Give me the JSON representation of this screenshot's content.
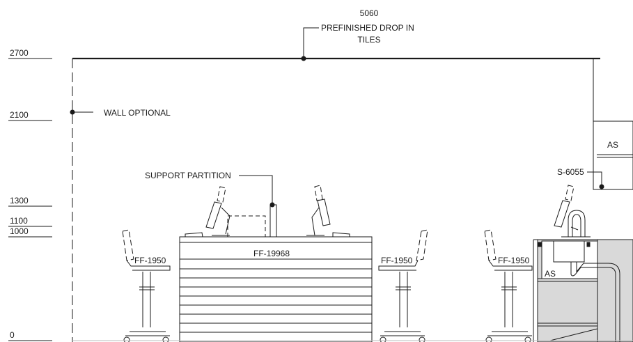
{
  "levels": {
    "l2700": "2700",
    "l2100": "2100",
    "l1300": "1300",
    "l1100": "1100",
    "l1000": "1000",
    "l0": "0"
  },
  "annotations": {
    "ceiling_code": "5060",
    "ceiling_line1": "PREFINISHED DROP IN",
    "ceiling_line2": "TILES",
    "wall": "WALL OPTIONAL",
    "support": "SUPPORT PARTITION",
    "sink_code": "S-6055"
  },
  "tags": {
    "chair_left": "FF-1950",
    "desk": "FF-19968",
    "chair_mid": "FF-1950",
    "chair_right": "FF-1950",
    "upper_cabinet": "AS",
    "lower_cabinet": "AS"
  },
  "colors": {
    "line": "#1a1a1a",
    "cabinet_fill": "#d9d9d9",
    "background": "#ffffff"
  }
}
